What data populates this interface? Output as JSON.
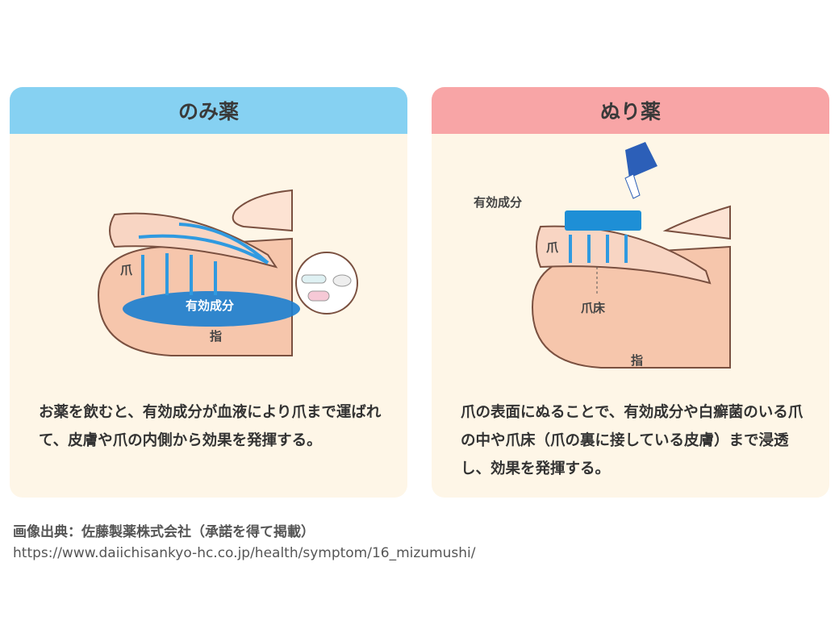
{
  "oral": {
    "title": "のみ薬",
    "label_nail": "爪",
    "label_ingredient": "有効成分",
    "label_finger": "指",
    "description": "お薬を飲むと、有効成分が血液により爪まで運ばれて、皮膚や爪の内側から効果を発揮する。"
  },
  "topical": {
    "title": "ぬり薬",
    "label_ingredient": "有効成分",
    "label_nail": "爪",
    "label_nailbed": "爪床",
    "label_finger": "指",
    "description": "爪の表面にぬることで、有効成分や白癬菌のいる爪の中や爪床（爪の裏に接している皮膚）まで浸透し、効果を発揮する。"
  },
  "caption": {
    "source": "画像出典：佐藤製薬株式会社（承諾を得て掲載）",
    "url": "https://www.daiichisankyo-hc.co.jp/health/symptom/16_mizumushi/"
  },
  "colors": {
    "oral_header": "#86d1f2",
    "topical_header": "#f8a5a6",
    "card_bg": "#fef6e7"
  }
}
